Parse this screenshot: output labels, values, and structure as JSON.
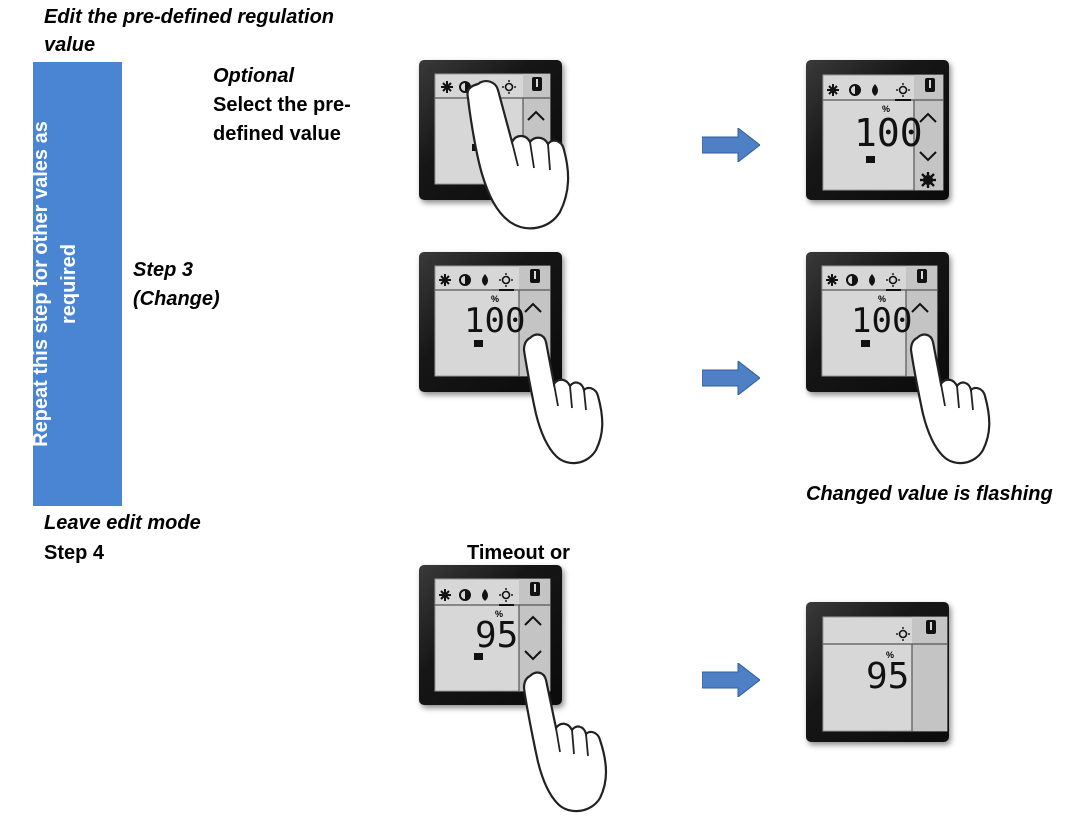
{
  "heading": {
    "line1": "Edit the pre-defined regulation",
    "line2": "value"
  },
  "side_bar": {
    "line1": "Repeat this step for other vales as",
    "line2": "required",
    "color": "#4a85d4"
  },
  "optional": {
    "title": "Optional",
    "line1": "Select the pre-",
    "line2": "defined value"
  },
  "step3": {
    "title": "Step 3",
    "subtitle": "(Change)"
  },
  "flashing_caption": "Changed value is flashing",
  "leave": {
    "title": "Leave edit mode",
    "step": "Step 4"
  },
  "timeout_label": "Timeout or",
  "displays": {
    "d1": {
      "value": ""
    },
    "d2": {
      "value": "100",
      "unit": "%"
    },
    "d3": {
      "value": "100",
      "unit": "%"
    },
    "d4": {
      "value": "100",
      "unit": "%"
    },
    "d5": {
      "value": "95",
      "unit": "%"
    },
    "d6": {
      "value": "95",
      "unit": "%"
    }
  },
  "icons": [
    "snowflake-icon",
    "half-moon-icon",
    "drop-icon",
    "sun-icon",
    "thermometer-icon",
    "up-chevron-icon",
    "down-chevron-icon",
    "gear-icon",
    "calendar-icon",
    "hand-pointer-icon"
  ],
  "colors": {
    "arrow": "#4f7fc4",
    "lcd": "#d7d7d7"
  }
}
